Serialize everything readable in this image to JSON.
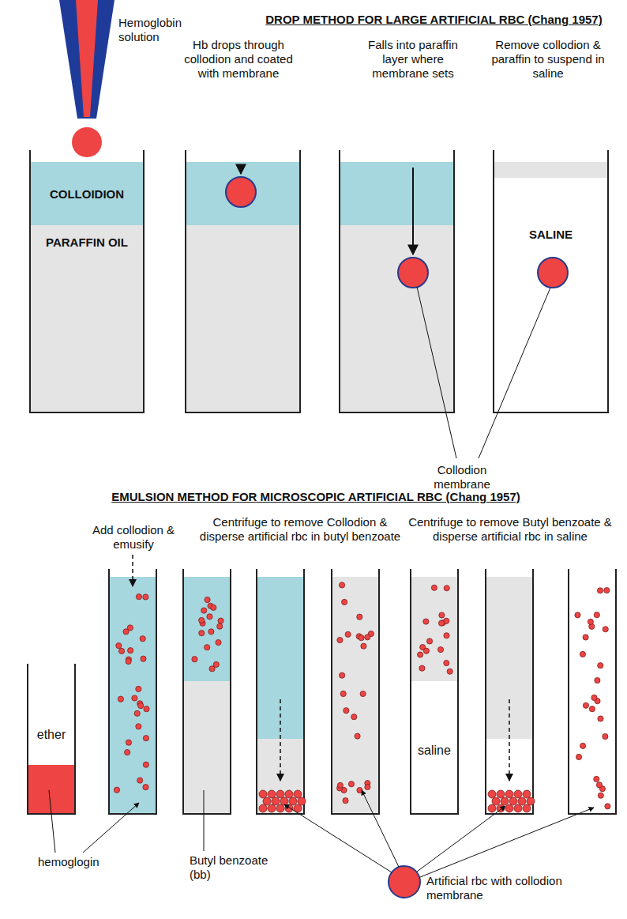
{
  "diagram": {
    "title": "DROP METHOD FOR LARGE ARTIFICIAL RBC (Chang 1957)",
    "nodes": [
      {
        "text": [
          "COLLOIDION"
        ]
      },
      {
        "text": [
          "PARAFFIN OIL"
        ]
      },
      {
        "text": [
          "SALINE"
        ]
      },
      {
        "text": [
          "ether"
        ]
      },
      {
        "text": [
          "saline"
        ]
      }
    ],
    "labels": [
      "Hemoglobin solution",
      "Hb drops through collodion and coated with membrane",
      "Falls into paraffin layer where membrane sets",
      "Remove collodion & paraffin to suspend in saline",
      "Collodion membrane",
      "EMULSION METHOD FOR MICROSCOPIC ARTIFICIAL RBC (Chang 1957)",
      "Add collodion & emusify",
      "Centrifuge to remove Collodion & disperse artificial rbc in butyl benzoate",
      "Centrifuge to remove Butyl benzoate & disperse artificial rbc in saline",
      "hemoglogin",
      "Butyl benzoate (bb)",
      "Artificial rbc with collodion membrane"
    ]
  }
}
